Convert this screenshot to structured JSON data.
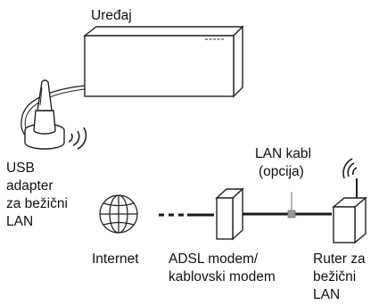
{
  "labels": {
    "device": "Uređaj",
    "usb_adapter": [
      "USB",
      "adapter",
      "za bežični",
      "LAN"
    ],
    "lan_cable": [
      "LAN kabl",
      "(opcija)"
    ],
    "internet": "Internet",
    "modem": [
      "ADSL modem/",
      "kablovski modem"
    ],
    "router": [
      "Ruter za",
      "bežični",
      "LAN"
    ]
  },
  "colors": {
    "line": "#1a1a1a",
    "outline": "#222222",
    "cable_connector": "#9a9a9a",
    "fill": "#ffffff"
  }
}
